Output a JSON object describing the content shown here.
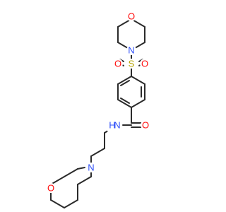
{
  "structure": {
    "atoms": {
      "o_top_morpholine": {
        "symbol": "O",
        "color": "#ff0d0d"
      },
      "n_top_morpholine": {
        "symbol": "N",
        "color": "#3050f8"
      },
      "s_sulfonyl": {
        "symbol": "S",
        "color": "#b5a300"
      },
      "o_sulfonyl_left": {
        "symbol": "O",
        "color": "#ff0d0d"
      },
      "o_sulfonyl_right": {
        "symbol": "O",
        "color": "#ff0d0d"
      },
      "o_carbonyl": {
        "symbol": "O",
        "color": "#ff0d0d"
      },
      "nh_amide": {
        "symbol": "N",
        "color": "#3050f8"
      },
      "h_amide": {
        "symbol": "H",
        "color": "#3050f8"
      },
      "n_bottom_morpholine": {
        "symbol": "N",
        "color": "#3050f8"
      },
      "o_bottom_morpholine": {
        "symbol": "O",
        "color": "#ff0d0d"
      }
    }
  }
}
